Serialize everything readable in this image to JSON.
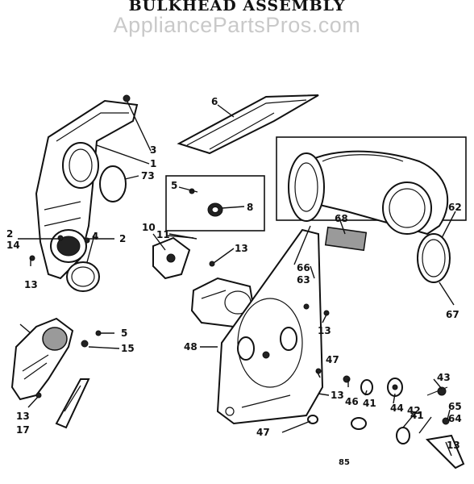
{
  "title": "BULKHEAD ASSEMBLY",
  "watermark": "AppliancePartsPros.com",
  "page_code": "85",
  "labels": {
    "l1": "1",
    "l2a": "2",
    "l2b": "2",
    "l3": "3",
    "l4": "4",
    "l5a": "5",
    "l5b": "5",
    "l6": "6",
    "l8": "8",
    "l10": "10",
    "l11": "11",
    "l13a": "13",
    "l13b": "13",
    "l13c": "13",
    "l13d": "13",
    "l13e": "13",
    "l13f": "13",
    "l14": "14",
    "l15": "15",
    "l17": "17",
    "l41a": "41",
    "l41b": "41",
    "l42": "42",
    "l43": "43",
    "l44": "44",
    "l46": "46",
    "l47a": "47",
    "l47b": "47",
    "l48": "48",
    "l62": "62",
    "l63": "63",
    "l64": "64",
    "l65": "65",
    "l66": "66",
    "l67": "67",
    "l68": "68",
    "l73": "73"
  }
}
